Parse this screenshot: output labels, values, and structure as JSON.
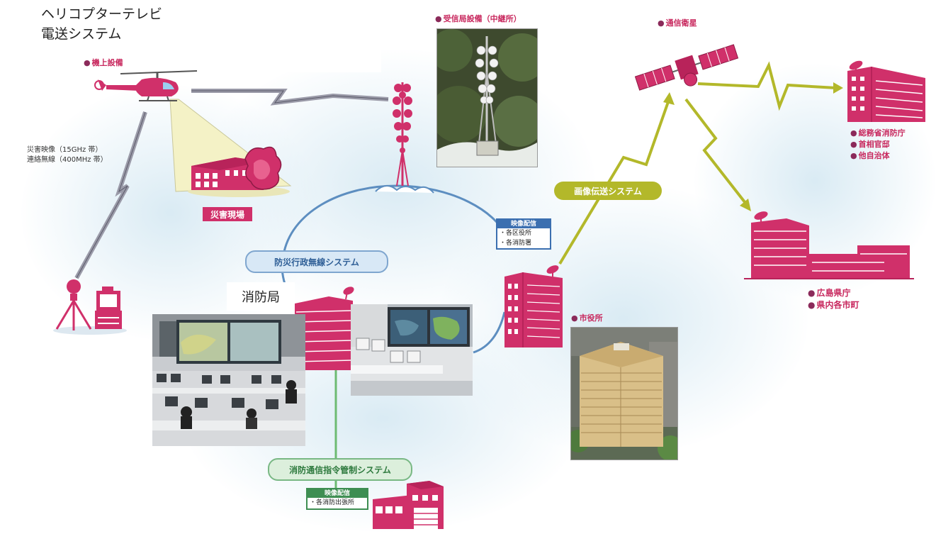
{
  "title": {
    "line1": "ヘリコプターテレビ",
    "line2": "電送システム"
  },
  "labels": {
    "onboard": "機上設備",
    "disaster_site": "災害現場",
    "receiving_station": "受信局設備（中継所）",
    "satellite": "通信衛星",
    "fire_hq": "消防局",
    "city_hall": "市役所",
    "prefecture_1": "広島県庁",
    "prefecture_2": "県内各市町",
    "national_1": "総務省消防庁",
    "national_2": "首相官邸",
    "national_3": "他自治体",
    "link_1": "災害映像（15GHz 帯）",
    "link_2": "連絡無線（400MHz 帯）"
  },
  "systems": {
    "bousai": "防災行政無線システム",
    "image_transfer": "画像伝送システム",
    "fire_command": "消防通信指令管制システム"
  },
  "callouts": {
    "city": {
      "header": "映像配信",
      "items": [
        "・各区役所",
        "・各消防署"
      ]
    },
    "fire": {
      "header": "映像配信",
      "items": [
        "・各消防出張所"
      ]
    }
  },
  "colors": {
    "magenta": "#d0306a",
    "blue_line": "#5d8ec0",
    "olive": "#b3b82a",
    "green_line": "#6dbb72",
    "callout_blue": "#3b6fb0",
    "callout_green": "#3e8e52"
  }
}
